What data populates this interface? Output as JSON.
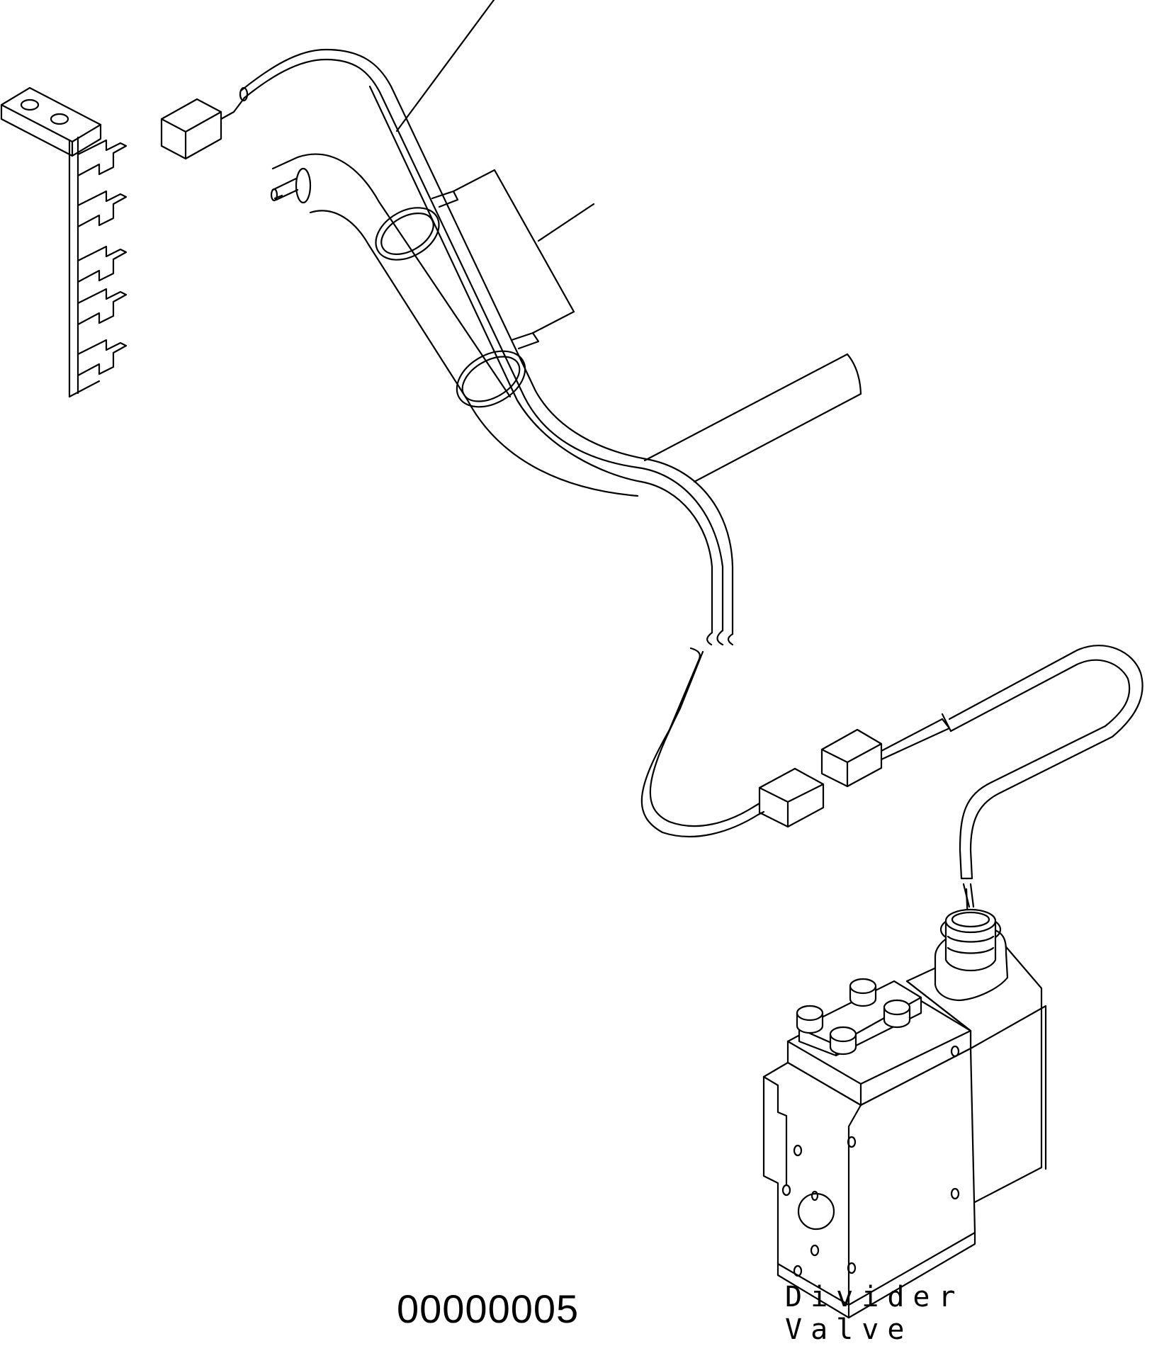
{
  "drawing": {
    "number": "00000005",
    "callouts": {
      "divider_valve_line1": "Divider",
      "divider_valve_line2": "Valve"
    }
  }
}
